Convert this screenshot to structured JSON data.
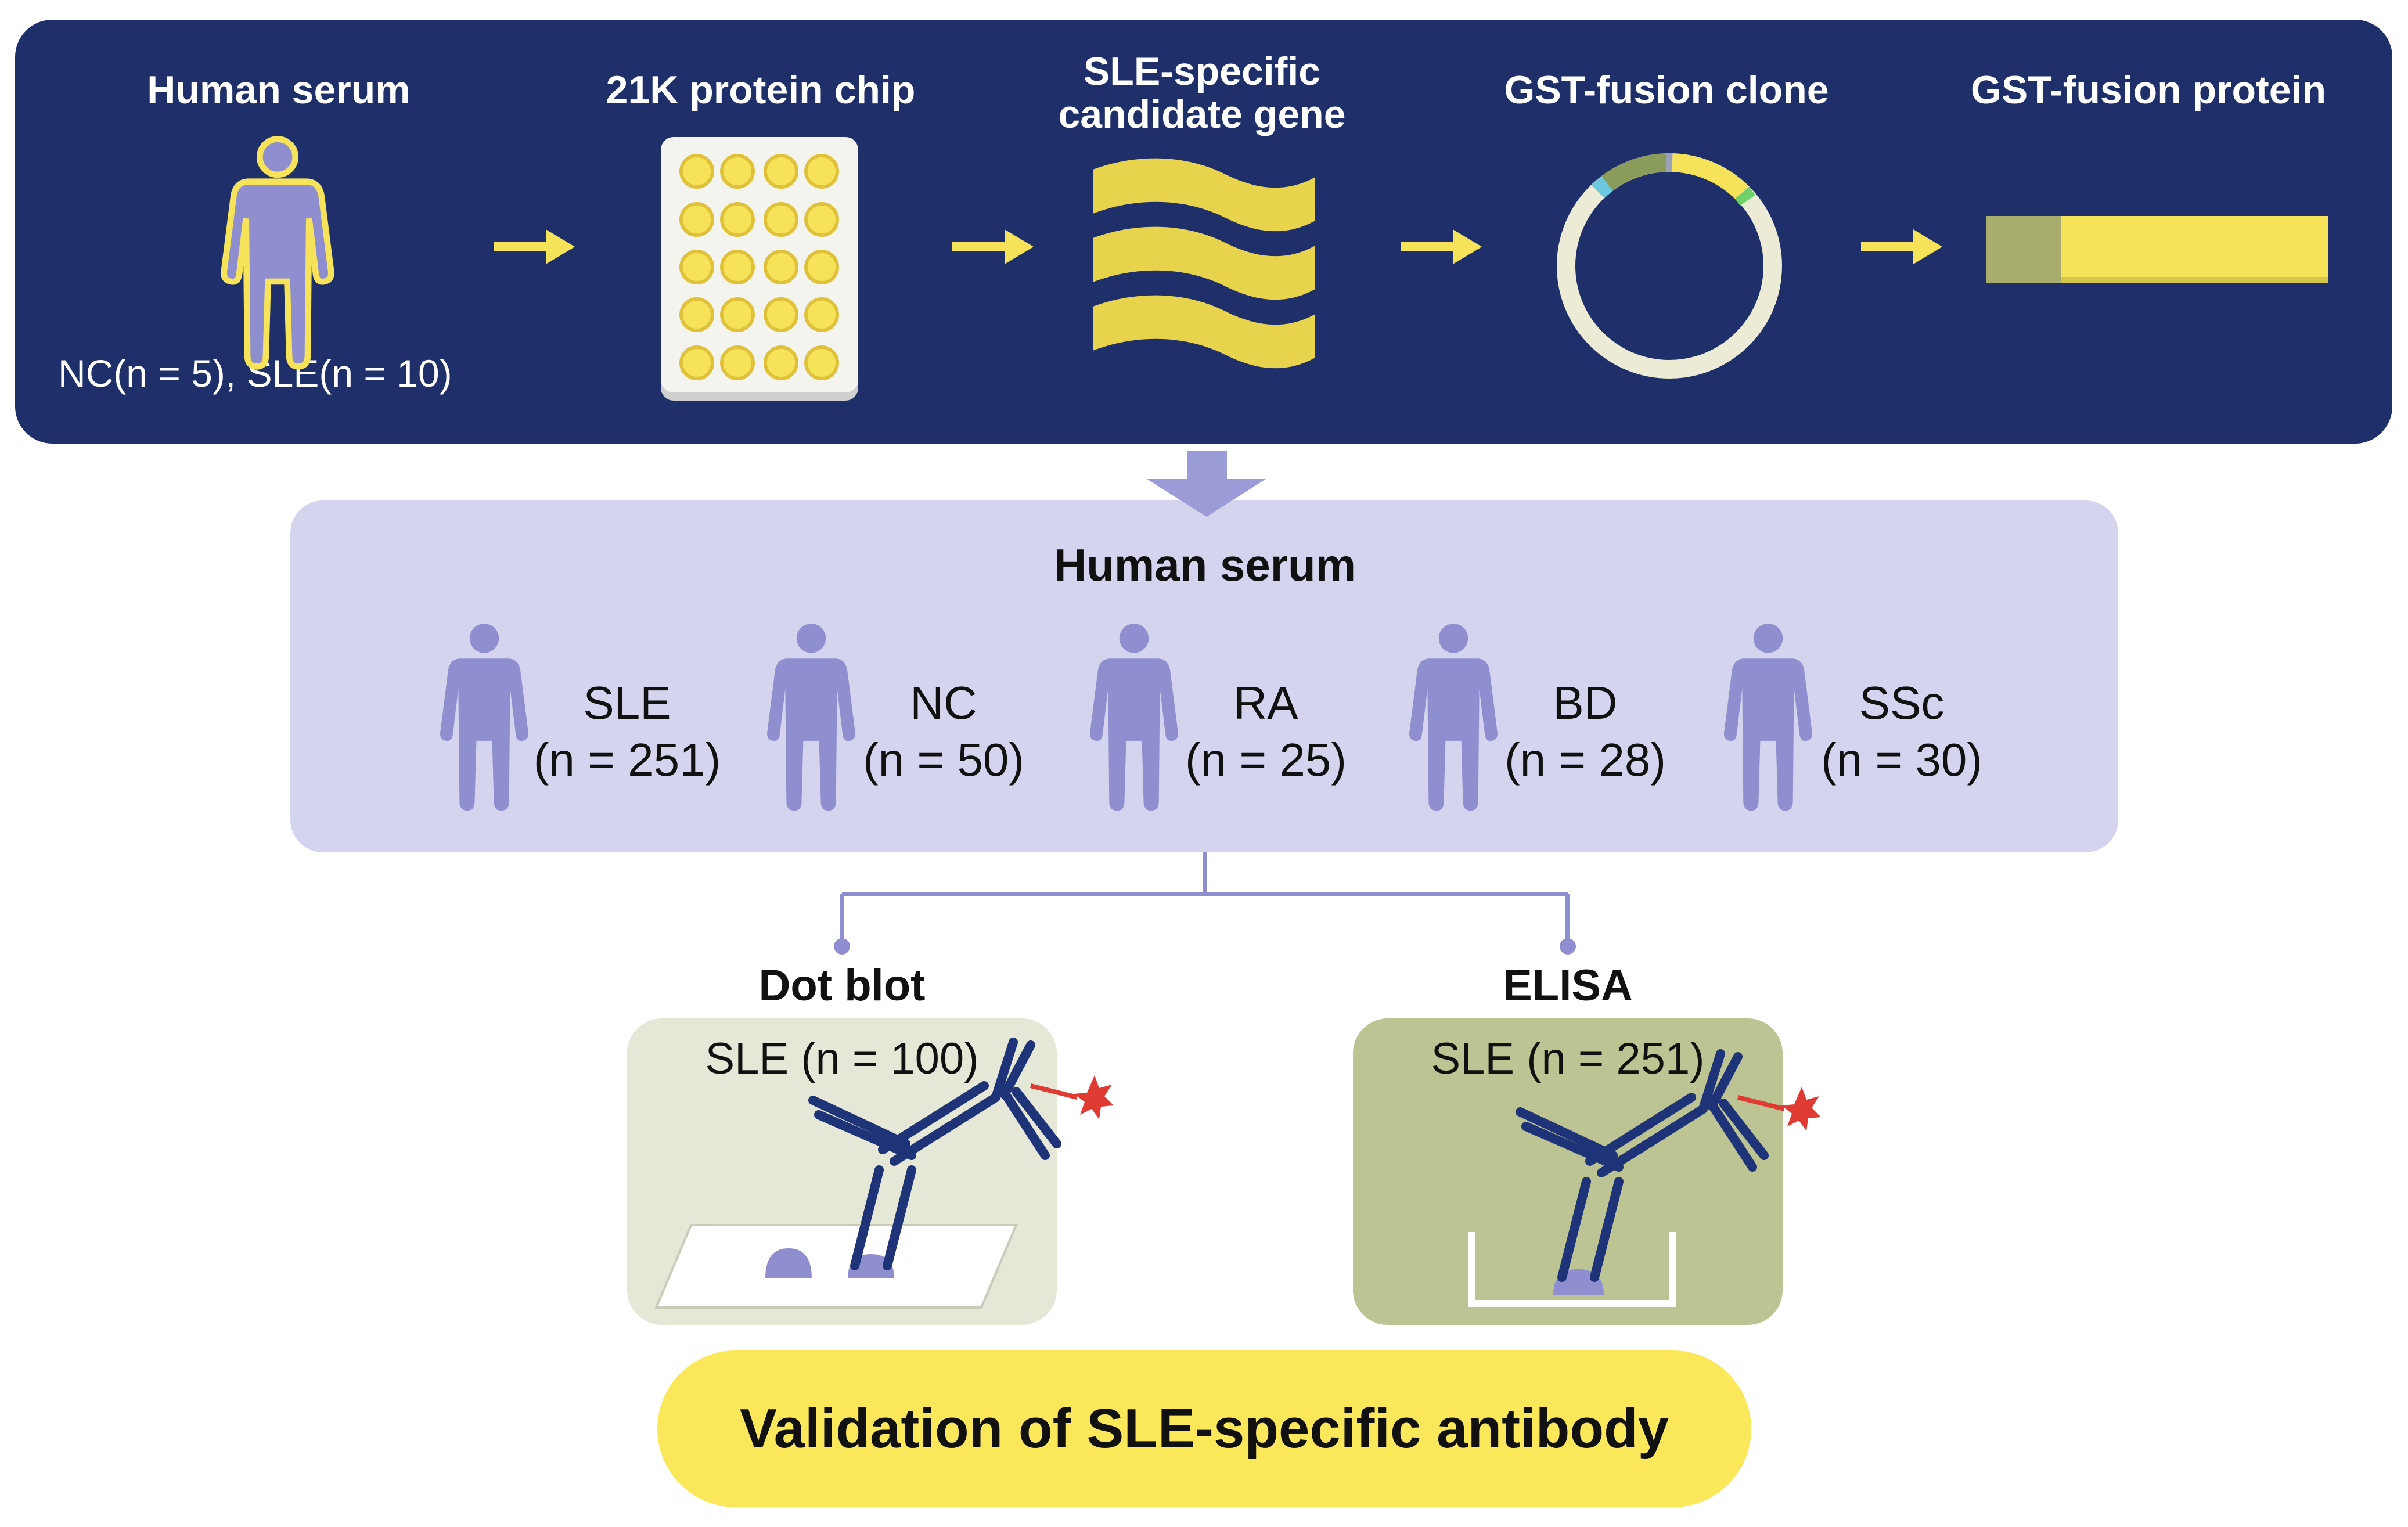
{
  "colors": {
    "navy": "#1e2f6a",
    "accent_yellow": "#f6e35a",
    "lavender_panel": "#d4d4ee",
    "person_purple": "#8f8fd0",
    "dot_blot_bg": "#e5e8d6",
    "elisa_bg": "#bcc493",
    "pill_yellow": "#fbe85a",
    "antibody_blue": "#1f3378",
    "label_red": "#e03b33"
  },
  "icons": [
    "person-icon",
    "arrow-right-icon",
    "protein-chip-icon",
    "gene-ribbon-icon",
    "plasmid-ring-icon",
    "fusion-protein-bar-icon",
    "down-arrow-icon",
    "antibody-icon",
    "star-label-icon"
  ],
  "screening": {
    "steps": [
      {
        "title": "Human serum",
        "subtitle": "NC(n = 5), SLE(n = 10)"
      },
      {
        "title": "21K protein chip"
      },
      {
        "title": "SLE-specific\ncandidate gene"
      },
      {
        "title": "GST-fusion clone"
      },
      {
        "title": "GST-fusion protein"
      }
    ]
  },
  "cohort": {
    "title": "Human serum",
    "groups": [
      {
        "name": "SLE",
        "n": "(n = 251)"
      },
      {
        "name": "NC",
        "n": "(n = 50)"
      },
      {
        "name": "RA",
        "n": "(n = 25)"
      },
      {
        "name": "BD",
        "n": "(n = 28)"
      },
      {
        "name": "SSc",
        "n": "(n = 30)"
      }
    ]
  },
  "methods": [
    {
      "title": "Dot blot",
      "sample": "SLE (n = 100)"
    },
    {
      "title": "ELISA",
      "sample": "SLE (n = 251)"
    }
  ],
  "conclusion": "Validation of SLE-specific antibody"
}
